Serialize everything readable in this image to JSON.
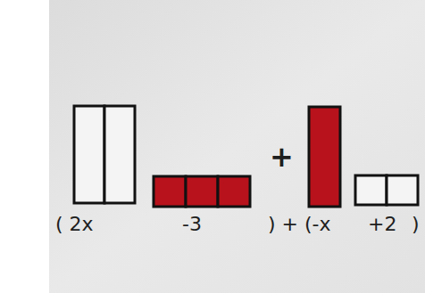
{
  "diagram": {
    "labels": [
      "+",
      "( 2x",
      "-3",
      ") + (-x",
      "+2",
      ")"
    ]
  }
}
